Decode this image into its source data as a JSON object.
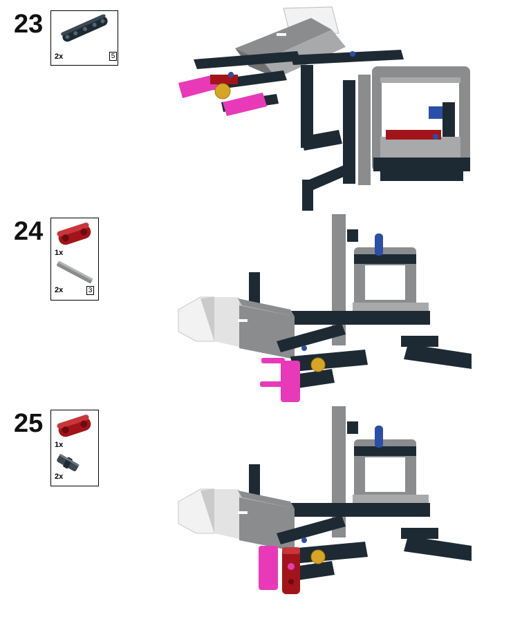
{
  "steps": [
    {
      "number": "23",
      "parts": [
        {
          "name": "dark-gray-liftarm",
          "qty": "2x",
          "length": "5"
        }
      ]
    },
    {
      "number": "24",
      "parts": [
        {
          "name": "red-cross-block",
          "qty": "1x"
        },
        {
          "name": "gray-axle",
          "qty": "2x",
          "length": "3"
        }
      ]
    },
    {
      "number": "25",
      "parts": [
        {
          "name": "red-cross-block",
          "qty": "1x"
        },
        {
          "name": "dark-axle-connector",
          "qty": "2x"
        }
      ]
    }
  ],
  "colors": {
    "dark": "#1e2a33",
    "gray": "#8a8c8e",
    "light": "#c9cacb",
    "white": "#f2f2f2",
    "magenta": "#e83ab8",
    "red": "#a3141a",
    "blue": "#2a4fa8",
    "gold": "#d6a524"
  }
}
